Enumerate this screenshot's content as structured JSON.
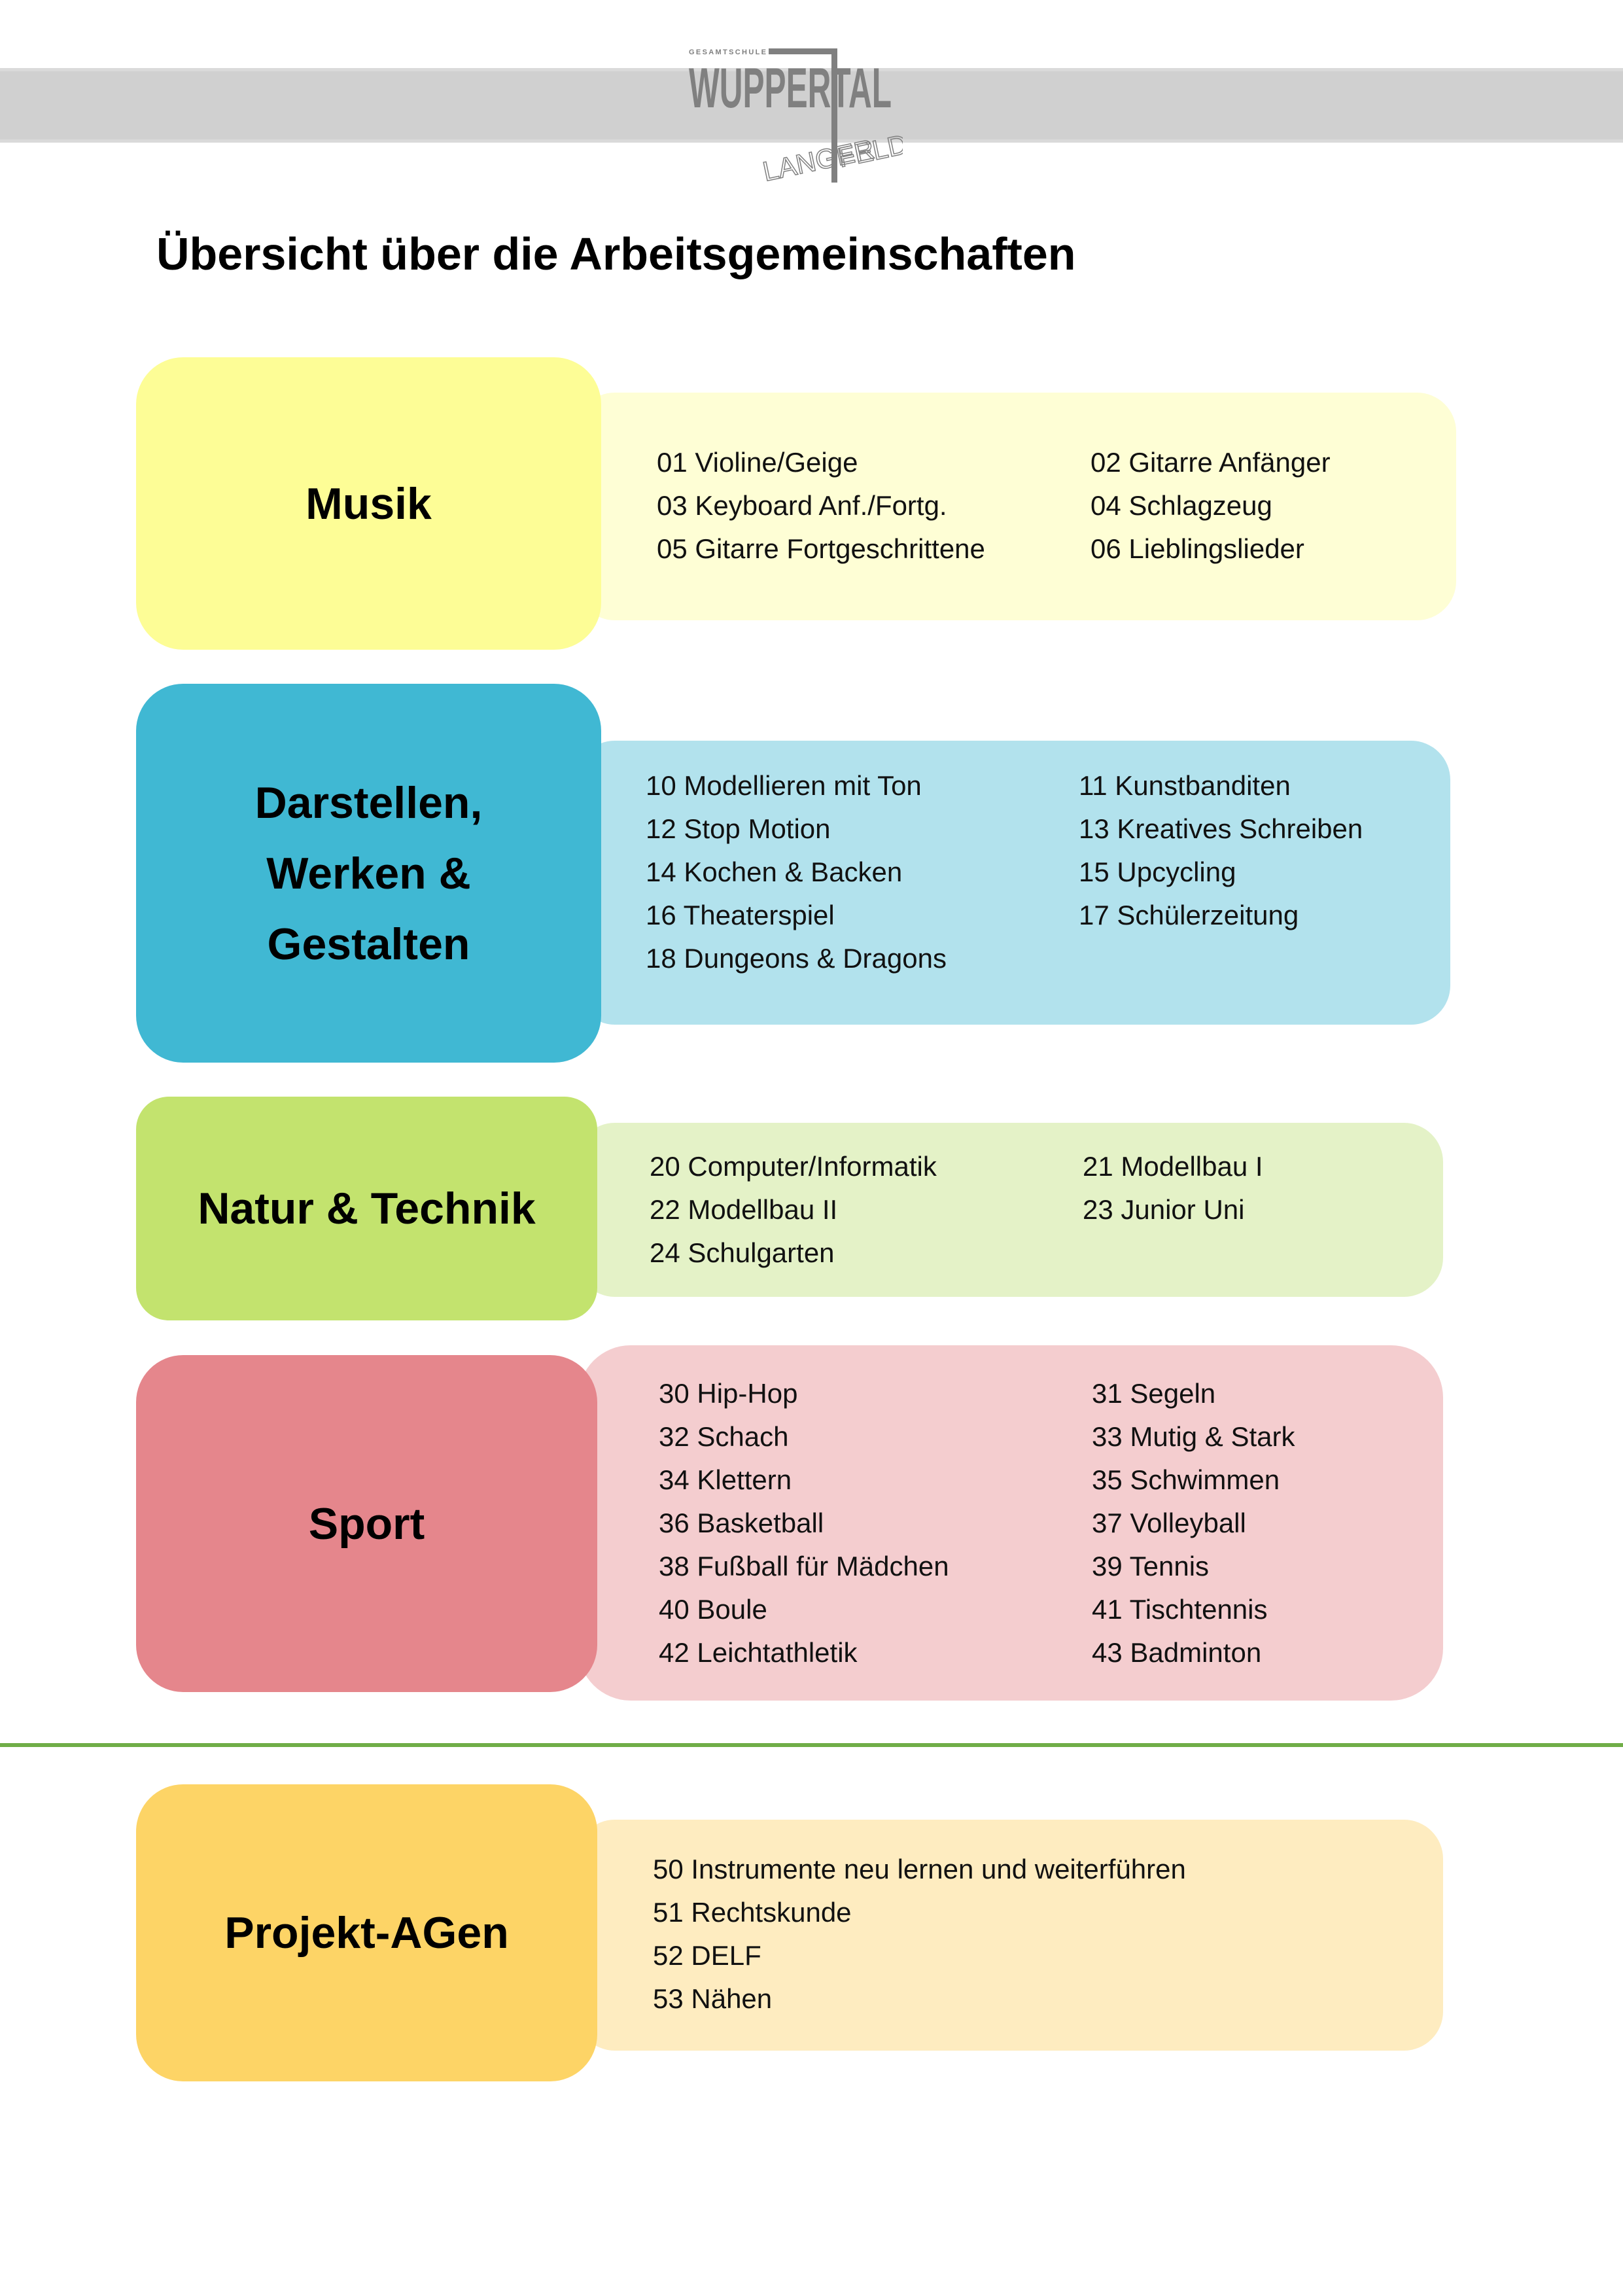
{
  "logo": {
    "top_text": "GESAMTSCHULE",
    "main_text": "WUPPERTAL",
    "sub_text": "LANGERFELD"
  },
  "title": "Übersicht über die Arbeitsgemeinschaften",
  "colors": {
    "divider": "#70ad47"
  },
  "sections": [
    {
      "label": "Musik",
      "label_color": "#fdfd96",
      "content_color": "#fefed5",
      "col1": [
        "01 Violine/Geige",
        "03 Keyboard Anf./Fortg.",
        "05 Gitarre Fortgeschrittene"
      ],
      "col2": [
        "02 Gitarre Anfänger",
        "04 Schlagzeug",
        "06 Lieblingslieder"
      ]
    },
    {
      "label": "Darstellen, Werken & Gestalten",
      "label_color": "#40b8d3",
      "content_color": "#b2e2ed",
      "col1": [
        "10 Modellieren mit Ton",
        "12 Stop Motion",
        "14 Kochen & Backen",
        "16 Theaterspiel",
        "18 Dungeons & Dragons"
      ],
      "col2": [
        "11 Kunstbanditen",
        "13 Kreatives Schreiben",
        "15 Upcycling",
        "17 Schülerzeitung"
      ]
    },
    {
      "label": "Natur & Technik",
      "label_color": "#c3e36e",
      "content_color": "#e4f2c7",
      "col1": [
        "20 Computer/Informatik",
        "22 Modellbau II",
        "24 Schulgarten"
      ],
      "col2": [
        "21 Modellbau I",
        "23 Junior Uni"
      ]
    },
    {
      "label": "Sport",
      "label_color": "#e5868c",
      "content_color": "#f4cdcf",
      "col1": [
        "30 Hip-Hop",
        "32 Schach",
        "34 Klettern",
        "36 Basketball",
        "38 Fußball für Mädchen",
        "40 Boule",
        "42 Leichtathletik"
      ],
      "col2": [
        "31 Segeln",
        "33 Mutig & Stark",
        "35 Schwimmen",
        "37 Volleyball",
        "39 Tennis",
        "41 Tischtennis",
        "43 Badminton"
      ]
    },
    {
      "label": "Projekt-AGen",
      "label_color": "#fdd466",
      "content_color": "#feecc0",
      "col1": [
        "50 Instrumente neu lernen und weiterführen",
        "51 Rechtskunde",
        "52 DELF",
        "53 Nähen"
      ],
      "col2": []
    }
  ]
}
